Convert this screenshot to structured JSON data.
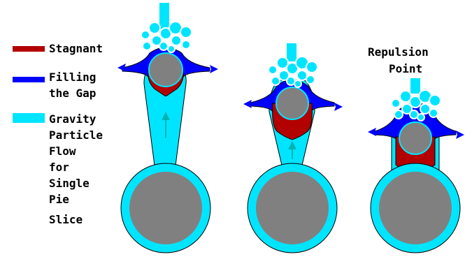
{
  "legend": {
    "items": [
      {
        "label": "Stagnant",
        "color": "#b30000"
      },
      {
        "label": "Filling",
        "color": "#0000ff"
      },
      {
        "label": "the Gap",
        "color": ""
      },
      {
        "label": "Gravity",
        "color": "#00e5ff"
      },
      {
        "label": "Particle",
        "color": ""
      },
      {
        "label": "Flow",
        "color": ""
      },
      {
        "label": "for",
        "color": ""
      },
      {
        "label": "Single",
        "color": ""
      },
      {
        "label": "Pie",
        "color": ""
      },
      {
        "label": "Slice",
        "color": ""
      }
    ]
  },
  "annotation": {
    "line1": "Repulsion",
    "line2": "Point"
  },
  "colors": {
    "gravity": "#00e5ff",
    "stagnant": "#b30000",
    "filling": "#0000ff",
    "body": "#808080",
    "arrow": "#00b3b3",
    "outline": "#000000"
  }
}
